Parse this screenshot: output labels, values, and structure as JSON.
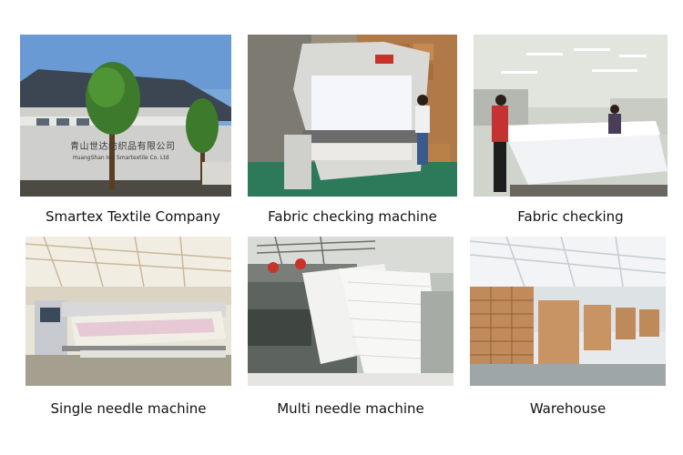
{
  "photos": [
    {
      "caption": "Smartex Textile Company",
      "sign_line1": "青山世达纺织品有限公司",
      "sign_line2": "HuangShan Ind Smartextile Co. Ltd"
    },
    {
      "caption": "Fabric checking machine"
    },
    {
      "caption": "Fabric checking"
    },
    {
      "caption": "Single needle machine"
    },
    {
      "caption": "Multi needle machine"
    },
    {
      "caption": "Warehouse"
    }
  ]
}
